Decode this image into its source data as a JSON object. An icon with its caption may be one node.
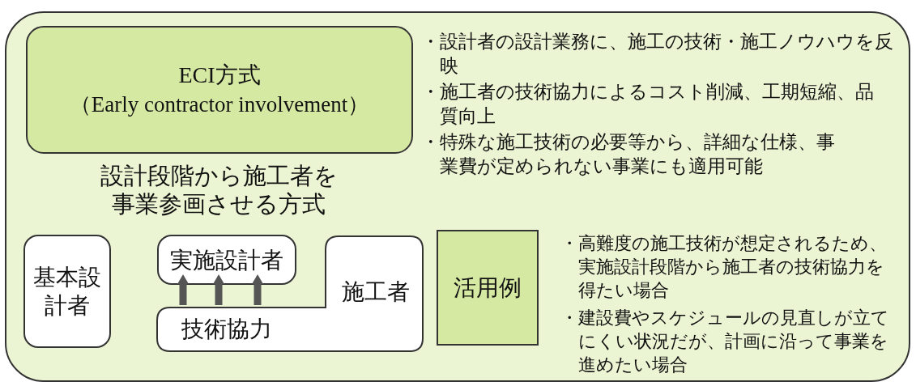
{
  "diagram": {
    "nodes": [
      {
        "text": [],
        "shape": "box"
      },
      {
        "text": [
          "ECI方式",
          "（Early contractor involvement）"
        ],
        "in": 0
      },
      {
        "text": [
          "基本設計者"
        ],
        "in": 0
      },
      {
        "text": [
          "実施設計者"
        ],
        "in": 0
      },
      {
        "text": [
          "施工者",
          "技術協力"
        ],
        "in": 0
      },
      {
        "text": [
          "活用例"
        ],
        "in": 0
      }
    ],
    "edges": [
      {
        "from": 4,
        "to": 3,
        "arrow": "to"
      },
      {
        "from": 4,
        "to": 3,
        "arrow": "to"
      },
      {
        "from": 4,
        "to": 3,
        "arrow": "to"
      }
    ],
    "labels": [
      "・設計者の設計業務に、施工の技術・施工ノウハウを反映",
      "・施工者の技術協力によるコスト削減、工期短縮、品質向上",
      "・特殊な施工技術の必要等から、詳細な仕様、事業費が定められない事業にも適用可能",
      "設計段階から施工者を事業参画させる方式",
      "・高難度の施工技術が想定されるため、実施設計段階から施工者の技術協力を得たい場合",
      "・建設費やスケジュールの見直しが立てにくい状況だが、計画に沿って事業を進めたい場合"
    ]
  }
}
